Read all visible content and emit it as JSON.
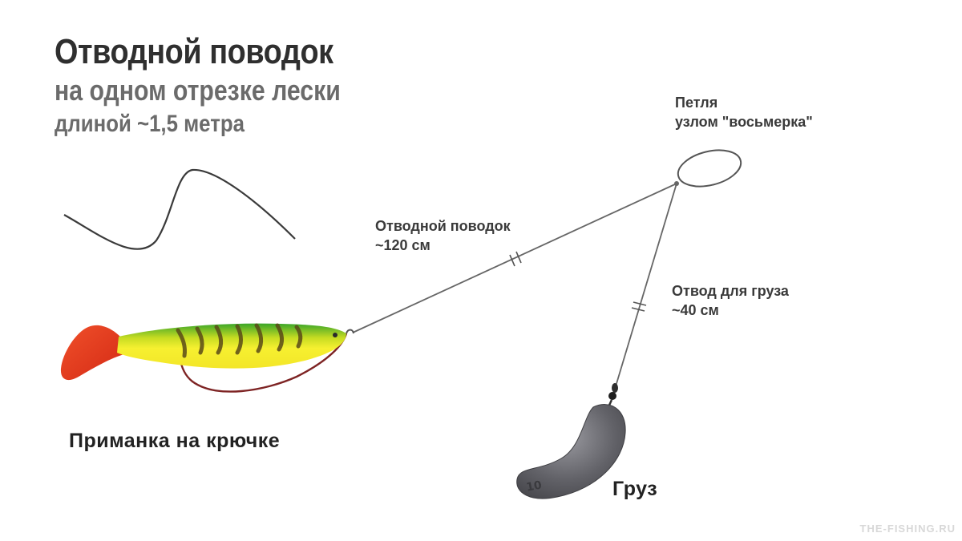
{
  "title": "Отводной поводок",
  "subtitle": "на одном отрезке лески",
  "subtitle2": "длиной ~1,5 метра",
  "labels": {
    "loop_line1": "Петля",
    "loop_line2": "узлом \"восьмерка\"",
    "leader_line1": "Отводной поводок",
    "leader_line2": "~120 см",
    "sinker_branch_line1": "Отвод для груза",
    "sinker_branch_line2": "~40 см",
    "lure": "Приманка на крючке",
    "sinker": "Груз",
    "sinker_weight": "10"
  },
  "watermark": "THE-FISHING.RU",
  "colors": {
    "title": "#2f2f2f",
    "subtitle": "#6b6b6b",
    "line": "#555555",
    "lure_body_yellow": "#f2ee2a",
    "lure_back_green": "#3aa52a",
    "lure_tail_red": "#e8321c",
    "hook": "#8a2a2a",
    "sinker": "#6a6a6e"
  }
}
